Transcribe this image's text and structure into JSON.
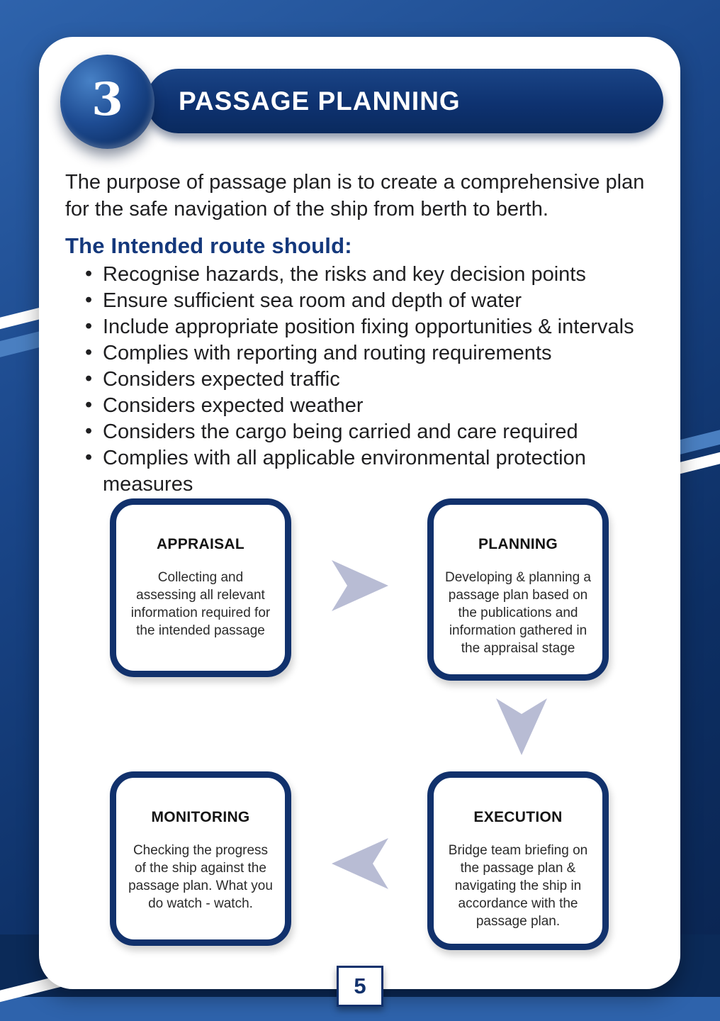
{
  "colors": {
    "navy_border": "#11316c",
    "header_blue": "#0e3270",
    "heading_blue": "#14387c",
    "background_blue": "#1a4689",
    "arrow_gray": "#b8bcd4"
  },
  "badge": {
    "number": "3"
  },
  "header": {
    "title": "PASSAGE PLANNING"
  },
  "intro": "The purpose of passage plan is to create a comprehensive plan for the safe navigation of the ship from berth to berth.",
  "section": {
    "heading": "The Intended route should:",
    "bullets": [
      "Recognise hazards, the risks and key decision points",
      "Ensure sufficient sea room and depth of water",
      "Include appropriate position fixing opportunities & intervals",
      "Complies with reporting and routing requirements",
      "Considers expected traffic",
      "Considers expected weather",
      "Considers the cargo being carried and care required",
      "Complies with all applicable environmental protection measures"
    ]
  },
  "flow": {
    "boxes": [
      {
        "title": "APPRAISAL",
        "body": "Collecting and assessing all relevant information required for the intended passage"
      },
      {
        "title": "PLANNING",
        "body": "Developing & planning a passage plan based on the publications and information gathered in the appraisal stage"
      },
      {
        "title": "EXECUTION",
        "body": "Bridge team briefing on the passage plan & navigating the ship in accordance with the passage plan."
      },
      {
        "title": "MONITORING",
        "body": "Checking the progress of the ship against the passage plan. What you do watch - watch."
      }
    ]
  },
  "footer": {
    "page_number": "5"
  }
}
